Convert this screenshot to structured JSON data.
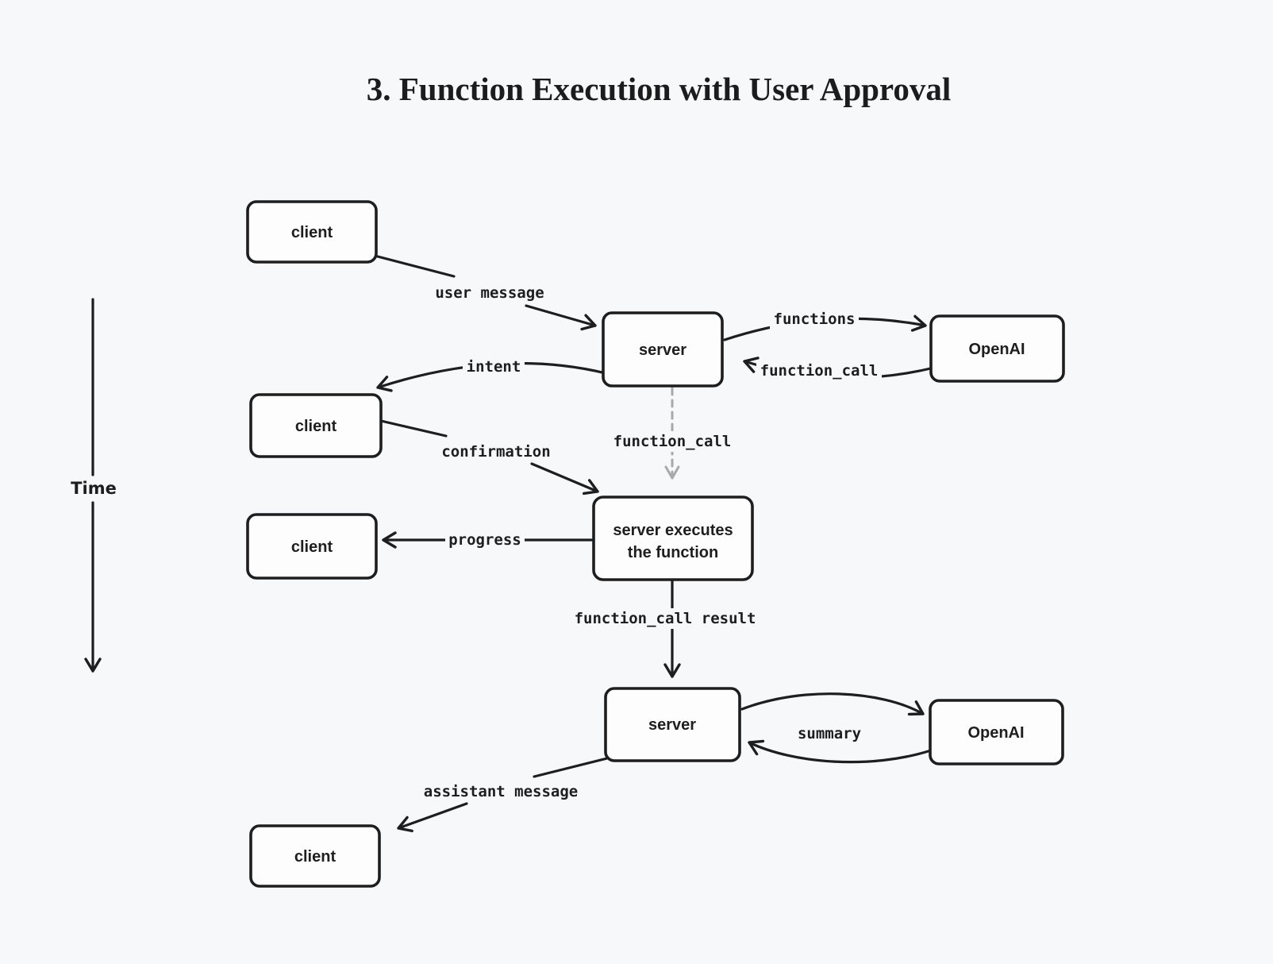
{
  "title": "3. Function Execution with User Approval",
  "time_axis": {
    "label": "Time"
  },
  "nodes": {
    "client1": {
      "label": "client"
    },
    "server1": {
      "label": "server"
    },
    "openai1": {
      "label": "OpenAI"
    },
    "client2": {
      "label": "client"
    },
    "client3": {
      "label": "client"
    },
    "exec": {
      "label_lines": [
        "server executes",
        "the function"
      ]
    },
    "server2": {
      "label": "server"
    },
    "openai2": {
      "label": "OpenAI"
    },
    "client4": {
      "label": "client"
    }
  },
  "edges": {
    "user_message": {
      "label": "user message"
    },
    "functions": {
      "label": "functions"
    },
    "function_call_return": {
      "label": "function_call"
    },
    "intent": {
      "label": "intent"
    },
    "confirmation": {
      "label": "confirmation"
    },
    "function_call_dispatch": {
      "label": "function_call"
    },
    "progress": {
      "label": "progress"
    },
    "function_call_result": {
      "label": "function_call result"
    },
    "summary": {
      "label": "summary"
    },
    "assistant_message": {
      "label": "assistant message"
    }
  },
  "colors": {
    "ink": "#1e1e1e",
    "background": "#f7f8fa",
    "dashed": "#a9a9a9",
    "node_fill": "#fdfdfd"
  }
}
